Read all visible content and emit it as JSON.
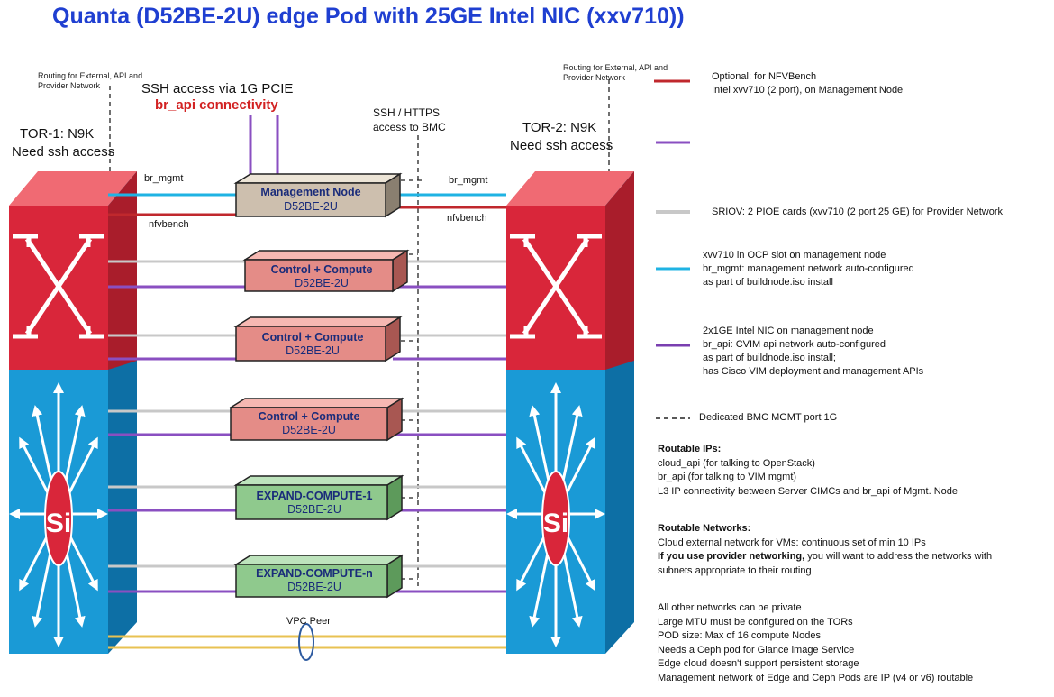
{
  "title": "Quanta (D52BE-2U) edge Pod with 25GE Intel NIC (xxv710))",
  "routing_note_left": "Routing for External, API and Provider Network",
  "routing_note_right": "Routing for External, API and Provider Network",
  "ssh_access": "SSH access via 1G PCIE",
  "br_api_connectivity": "br_api connectivity",
  "ssh_https_bmc": "SSH / HTTPS access to BMC",
  "tor1": {
    "name": "TOR-1: N9K",
    "note": "Need ssh access"
  },
  "tor2": {
    "name": "TOR-2: N9K",
    "note": "Need ssh access"
  },
  "switch_badge": "Si",
  "link_labels": {
    "br_mgmt_left": "br_mgmt",
    "br_mgmt_right": "br_mgmt",
    "nfvbench_left": "nfvbench",
    "nfvbench_right": "nfvbench",
    "vpc_peer": "VPC Peer"
  },
  "nodes": [
    {
      "name": "Management Node",
      "model": "D52BE-2U",
      "kind": "management"
    },
    {
      "name": "Control + Compute",
      "model": "D52BE-2U",
      "kind": "control"
    },
    {
      "name": "Control + Compute",
      "model": "D52BE-2U",
      "kind": "control"
    },
    {
      "name": "Control + Compute",
      "model": "D52BE-2U",
      "kind": "control"
    },
    {
      "name": "EXPAND-COMPUTE-1",
      "model": "D52BE-2U",
      "kind": "expand"
    },
    {
      "name": "EXPAND-COMPUTE-n",
      "model": "D52BE-2U",
      "kind": "expand"
    }
  ],
  "legend": [
    {
      "style": "solid",
      "color": "#c0282d",
      "lines": [
        "Optional: for NFVBench",
        "Intel xvv710 (2 port), on Management Node"
      ]
    },
    {
      "style": "solid",
      "color": "#8a4fc1",
      "lines": []
    },
    {
      "style": "solid",
      "color": "#c8c8c8",
      "lines": [
        "SRIOV: 2 PIOE cards (xvv710 (2 port 25 GE) for Provider Network"
      ]
    },
    {
      "style": "solid",
      "color": "#1fb3e3",
      "lines": [
        "xvv710 in OCP slot on management node",
        "br_mgmt: management network auto-configured",
        "as part of buildnode.iso install"
      ]
    },
    {
      "style": "solid",
      "color": "#7a3fb0",
      "lines": [
        "2x1GE Intel NIC on management node",
        "br_api: CVIM api network auto-configured",
        "as part of buildnode.iso install;",
        "has Cisco VIM deployment and management APIs"
      ]
    },
    {
      "style": "dashed",
      "color": "#222222",
      "lines": [
        "Dedicated BMC MGMT port 1G"
      ]
    }
  ],
  "routable_ips": {
    "heading": "Routable IPs:",
    "lines": [
      "cloud_api (for talking to OpenStack)",
      "br_api (for talking to VIM mgmt)",
      "L3 IP connectivity between Server CIMCs and br_api of Mgmt. Node"
    ]
  },
  "routable_networks": {
    "heading": "Routable Networks:",
    "line1": "Cloud external network for VMs: continuous set of min 10 IPs",
    "line2_bold": "If you use provider networking,",
    "line2_rest": " you will want to address the networks with",
    "line3": "subnets appropriate to their routing"
  },
  "other_notes": [
    "All other networks can be private",
    "Large MTU must be configured on the TORs",
    "POD size: Max of 16 compute Nodes",
    "Needs a Ceph pod for Glance image Service",
    "Edge cloud doesn't support persistent storage",
    "Management network of Edge and Ceph Pods are IP (v4 or v6) routable"
  ],
  "colors": {
    "title": "#1f3fd1",
    "br_api": "#d22222",
    "tor_top": "#d9263a",
    "tor_bottom": "#1a9ad6",
    "mgmt_node": "#cdbfae",
    "control_node": "#e48c87",
    "expand_node": "#8fc98d",
    "gold": "#e8c252"
  }
}
